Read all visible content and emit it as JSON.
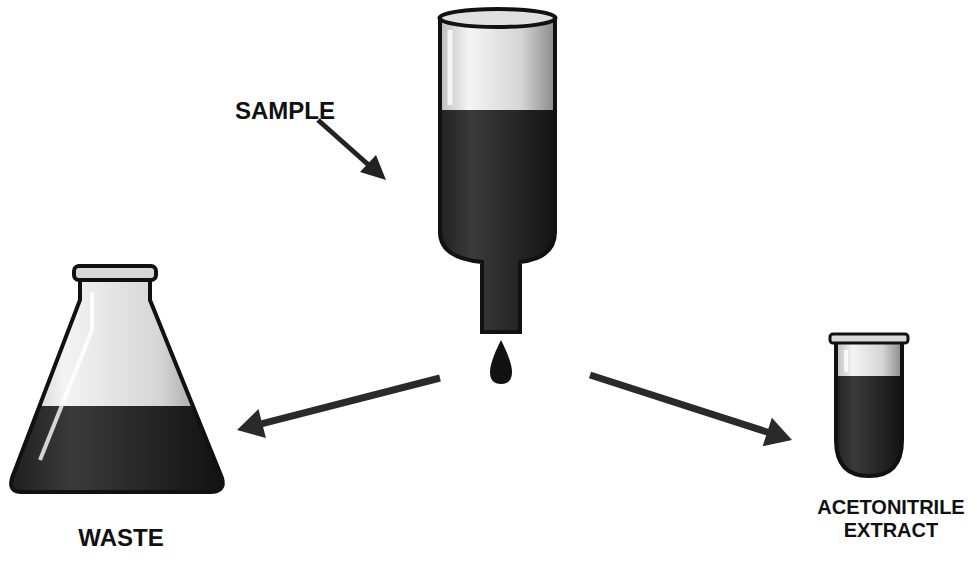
{
  "diagram": {
    "nodes": [
      {
        "text": [
          "SAMPLE"
        ]
      },
      {
        "text": [
          "WASTE"
        ]
      },
      {
        "text": [
          "ACETONITRILE EXTRACT"
        ]
      }
    ],
    "edges": [
      {
        "from": 0,
        "to": 1,
        "arrow": "to"
      },
      {
        "from": 0,
        "to": 2,
        "arrow": "to"
      }
    ]
  }
}
